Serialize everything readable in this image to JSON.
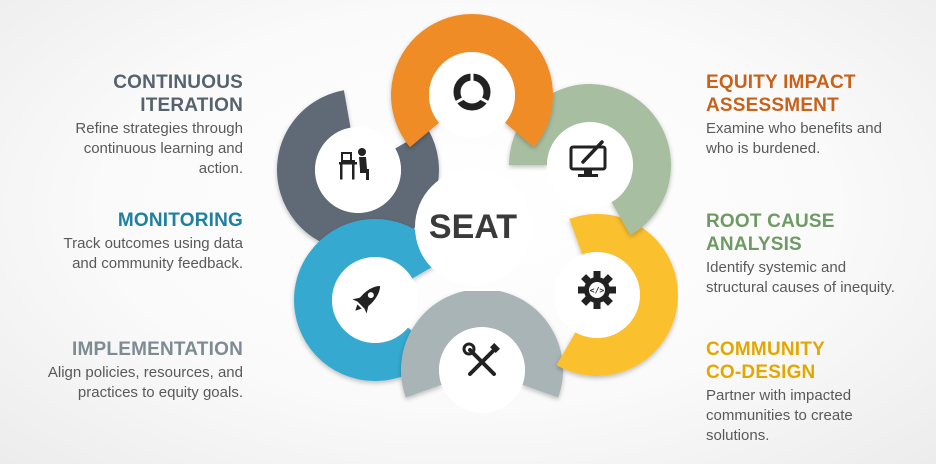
{
  "center_label": "SEAT",
  "stages": [
    {
      "id": "continuous-iteration",
      "title_lines": [
        "CONTINUOUS",
        "ITERATION"
      ],
      "desc_lines": [
        "Refine strategies through",
        "continuous learning and",
        "action."
      ],
      "color": "#56636e",
      "icon": "person-at-desk-icon"
    },
    {
      "id": "monitoring",
      "title_lines": [
        "MONITORING"
      ],
      "desc_lines": [
        "Track outcomes using data",
        "and community feedback."
      ],
      "color": "#1f80a0",
      "icon": "none"
    },
    {
      "id": "implementation",
      "title_lines": [
        "IMPLEMENTATION"
      ],
      "desc_lines": [
        "Align policies, resources, and",
        "practices to equity goals."
      ],
      "color": "#7d8c93",
      "icon": "rocket-icon"
    },
    {
      "id": "equity-impact-assessment",
      "title_lines": [
        "EQUITY IMPACT",
        "ASSESSMENT"
      ],
      "desc_lines": [
        "Examine who benefits and",
        "who is burdened."
      ],
      "color": "#c8621a",
      "icon": "pie-chart-icon"
    },
    {
      "id": "root-cause-analysis",
      "title_lines": [
        "ROOT CAUSE",
        "ANALYSIS"
      ],
      "desc_lines": [
        "Identify systemic and",
        "structural causes of inequity."
      ],
      "color": "#6f9a64",
      "icon": "monitor-pen-icon"
    },
    {
      "id": "community-co-design",
      "title_lines": [
        "COMMUNITY",
        "CO-DESIGN"
      ],
      "desc_lines": [
        "Partner with impacted",
        "communities to create",
        "solutions."
      ],
      "color": "#e3a800",
      "icon": "code-gear-icon"
    }
  ],
  "ring_colors": {
    "orange": "#f08c25",
    "green": "#a8bea0",
    "yellow": "#fbc02d",
    "grey": "#a9b4b7",
    "blue": "#36a9cf",
    "slate": "#5e6b76"
  },
  "extra_icons": [
    "tools-icon"
  ]
}
